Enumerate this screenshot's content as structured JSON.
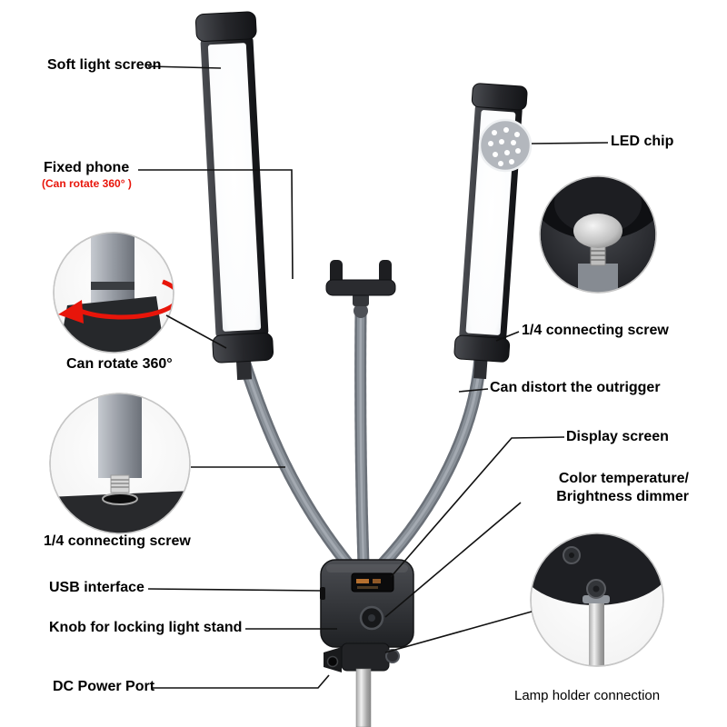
{
  "colors": {
    "accent_red": "#e8150a",
    "text": "#000000",
    "background": "#ffffff",
    "panel_frame": "#26272b",
    "diffuser_white": "#ffffff",
    "arm_gray": "#9aa0a8"
  },
  "labels": {
    "soft_light_screen": "Soft light screen",
    "fixed_phone": "Fixed phone",
    "fixed_phone_note": "(Can rotate 360° )",
    "can_rotate_360": "Can rotate 360°",
    "quarter_screw_left": "1/4 connecting screw",
    "usb_interface": "USB interface",
    "knob_locking_stand": "Knob for locking light stand",
    "dc_power_port": "DC Power Port",
    "led_chip": "LED chip",
    "quarter_screw_right": "1/4 connecting screw",
    "distort_outrigger": "Can distort the outrigger",
    "display_screen": "Display screen",
    "color_temperature": "Color temperature/",
    "brightness_dimmer": "Brightness dimmer",
    "lamp_holder_connection": "Lamp holder connection"
  }
}
